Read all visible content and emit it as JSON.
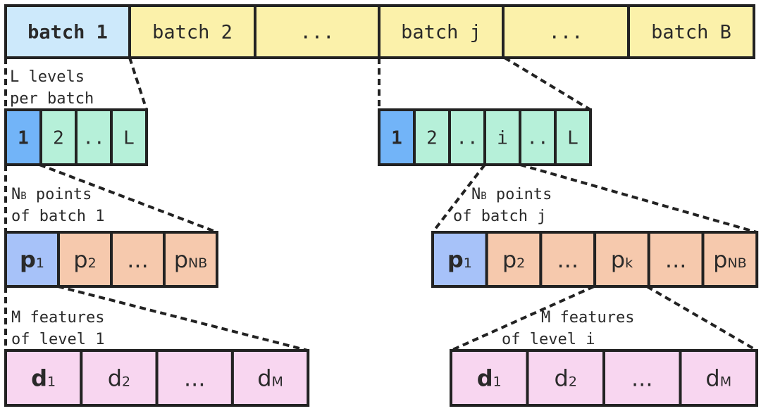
{
  "colors": {
    "batch_active": "#cde9fb",
    "batch": "#fbf1aa",
    "level_active": "#72b4f8",
    "level": "#b6f0d9",
    "point_active": "#a7c2f9",
    "point": "#f6c9ad",
    "feature": "#f8d6f0",
    "stroke": "#222222",
    "text": "#2a2a2a"
  },
  "batches": [
    "batch 1",
    "batch 2",
    "...",
    "batch j",
    "...",
    "batch B"
  ],
  "levels_left": [
    "1",
    "2",
    "..",
    "L"
  ],
  "levels_right": [
    "1",
    "2",
    "..",
    "i",
    "..",
    "L"
  ],
  "points_left": [
    {
      "base": "p",
      "sub": "1",
      "bold": true
    },
    {
      "base": "p",
      "sub": "2"
    },
    {
      "base": "...",
      "sub": ""
    },
    {
      "base": "p",
      "sub": "NB"
    }
  ],
  "points_right": [
    {
      "base": "p",
      "sub": "1",
      "bold": true
    },
    {
      "base": "p",
      "sub": "2"
    },
    {
      "base": "...",
      "sub": ""
    },
    {
      "base": "p",
      "sub": "k"
    },
    {
      "base": "...",
      "sub": ""
    },
    {
      "base": "p",
      "sub": "NB"
    }
  ],
  "features_left": [
    {
      "base": "d",
      "sub": "1",
      "bold": true
    },
    {
      "base": "d",
      "sub": "2"
    },
    {
      "base": "...",
      "sub": ""
    },
    {
      "base": "d",
      "sub": "M"
    }
  ],
  "features_right": [
    {
      "base": "d",
      "sub": "1",
      "bold": true
    },
    {
      "base": "d",
      "sub": "2"
    },
    {
      "base": "...",
      "sub": ""
    },
    {
      "base": "d",
      "sub": "M"
    }
  ],
  "labels": {
    "levels_left": [
      "L levels",
      "per batch"
    ],
    "points_left": [
      {
        "main": "N",
        "sub": "B",
        "rest": " points"
      },
      {
        "main": "of batch 1",
        "sub": "",
        "rest": ""
      }
    ],
    "points_right": [
      {
        "main": "N",
        "sub": "B",
        "rest": " points"
      },
      {
        "main": "of batch j",
        "sub": "",
        "rest": ""
      }
    ],
    "features_left": [
      "M features",
      "of level 1"
    ],
    "features_right": [
      "M features",
      "of level i"
    ]
  }
}
